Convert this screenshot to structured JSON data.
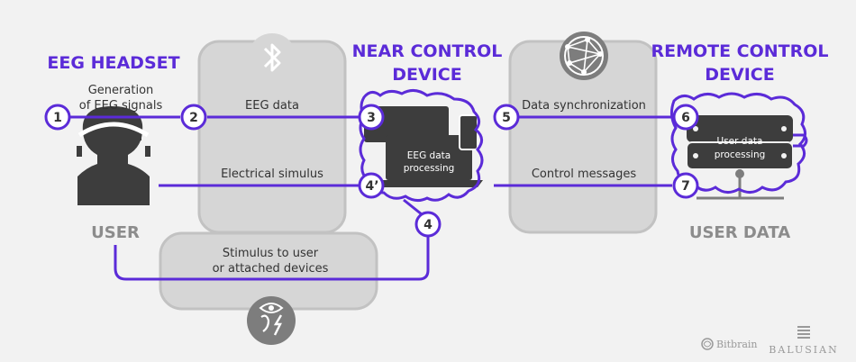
{
  "headings": {
    "eeg_headset": "EEG HEADSET",
    "near_control_line1": "NEAR CONTROL",
    "near_control_line2": "DEVICE",
    "remote_control_line1": "REMOTE CONTROL",
    "remote_control_line2": "DEVICE",
    "user": "USER",
    "user_data": "USER DATA"
  },
  "labels": {
    "generation_line1": "Generation",
    "generation_line2": "of EEG signals",
    "eeg_data": "EEG data",
    "electrical_simulus": "Electrical simulus",
    "stimulus_line1": "Stimulus to user",
    "stimulus_line2": "or attached devices",
    "data_synchronization": "Data synchronization",
    "control_messages": "Control messages",
    "eeg_processing_line1": "EEG data",
    "eeg_processing_line2": "processing",
    "user_processing_line1": "User data",
    "user_processing_line2": "processing"
  },
  "steps": {
    "s1": "1",
    "s2": "2",
    "s3": "3",
    "s4": "4",
    "s4p": "4’",
    "s5": "5",
    "s6": "6",
    "s7": "7"
  },
  "logos": {
    "bitbrain": "Bitbrain",
    "balusian": "BALUSIAN"
  },
  "colors": {
    "accent": "#5b2bd8",
    "panel": "#d6d6d6",
    "dark": "#3d3d3d"
  },
  "icons": {
    "bluetooth": "bluetooth-icon",
    "globe": "globe-network-icon",
    "senses": "senses-icon",
    "user": "user-head-icon"
  }
}
